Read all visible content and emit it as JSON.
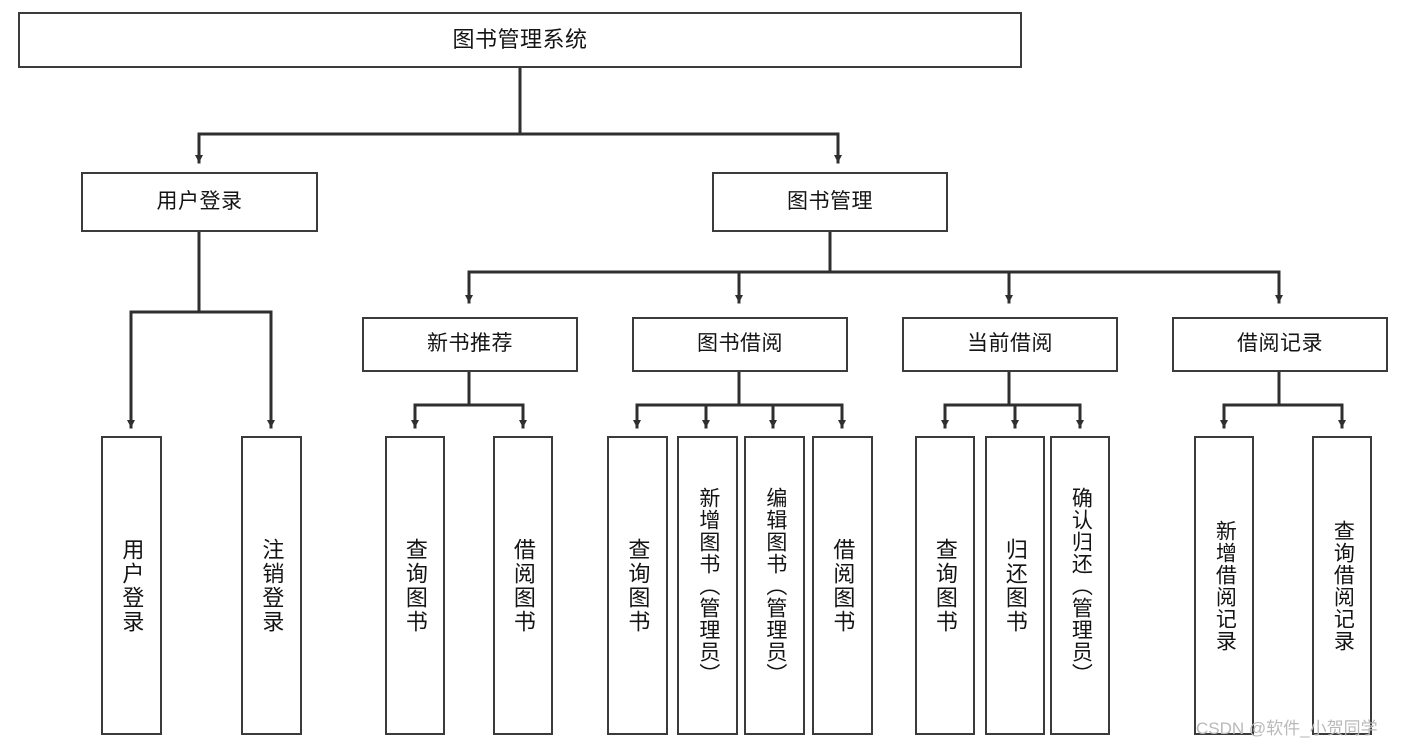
{
  "diagram": {
    "title": "图书管理系统",
    "type": "tree",
    "watermark": "CSDN @软件_小贺同学",
    "colors": {
      "box_border": "#3b3b3b",
      "box_fill": "#ffffff",
      "edge": "#2f2f2f",
      "text": "#141414",
      "watermark": "#b9b9b9",
      "background": "#ffffff"
    },
    "nodes": {
      "root": {
        "label": "图书管理系统",
        "level": 1,
        "orientation": "horizontal"
      },
      "l2_user_login": {
        "label": "用户登录",
        "level": 2,
        "orientation": "horizontal"
      },
      "l2_book_manage": {
        "label": "图书管理",
        "level": 2,
        "orientation": "horizontal"
      },
      "l3_new_book_rec": {
        "label": "新书推荐",
        "level": 3,
        "orientation": "horizontal"
      },
      "l3_book_borrow": {
        "label": "图书借阅",
        "level": 3,
        "orientation": "horizontal"
      },
      "l3_current_borrow": {
        "label": "当前借阅",
        "level": 3,
        "orientation": "horizontal"
      },
      "l3_borrow_record": {
        "label": "借阅记录",
        "level": 3,
        "orientation": "horizontal"
      },
      "leaf_user_login": {
        "label": "用户登录",
        "level": 4,
        "orientation": "vertical",
        "parent": "l2_user_login"
      },
      "leaf_logout": {
        "label": "注销登录",
        "level": 4,
        "orientation": "vertical",
        "parent": "l2_user_login"
      },
      "leaf_rec_query": {
        "label": "查询图书",
        "level": 4,
        "orientation": "vertical",
        "parent": "l3_new_book_rec"
      },
      "leaf_rec_borrow": {
        "label": "借阅图书",
        "level": 4,
        "orientation": "vertical",
        "parent": "l3_new_book_rec"
      },
      "leaf_bb_query": {
        "label": "查询图书",
        "level": 4,
        "orientation": "vertical",
        "parent": "l3_book_borrow"
      },
      "leaf_bb_add": {
        "label": "新增图书（管理员）",
        "level": 4,
        "orientation": "vertical",
        "parent": "l3_book_borrow"
      },
      "leaf_bb_edit": {
        "label": "编辑图书（管理员）",
        "level": 4,
        "orientation": "vertical",
        "parent": "l3_book_borrow"
      },
      "leaf_bb_borrow": {
        "label": "借阅图书",
        "level": 4,
        "orientation": "vertical",
        "parent": "l3_book_borrow"
      },
      "leaf_cb_query": {
        "label": "查询图书",
        "level": 4,
        "orientation": "vertical",
        "parent": "l3_current_borrow"
      },
      "leaf_cb_return": {
        "label": "归还图书",
        "level": 4,
        "orientation": "vertical",
        "parent": "l3_current_borrow"
      },
      "leaf_cb_confirm": {
        "label": "确认归还（管理员）",
        "level": 4,
        "orientation": "vertical",
        "parent": "l3_current_borrow"
      },
      "leaf_br_add": {
        "label": "新增借阅记录",
        "level": 4,
        "orientation": "vertical",
        "parent": "l3_borrow_record"
      },
      "leaf_br_query": {
        "label": "查询借阅记录",
        "level": 4,
        "orientation": "vertical",
        "parent": "l3_borrow_record"
      }
    }
  }
}
